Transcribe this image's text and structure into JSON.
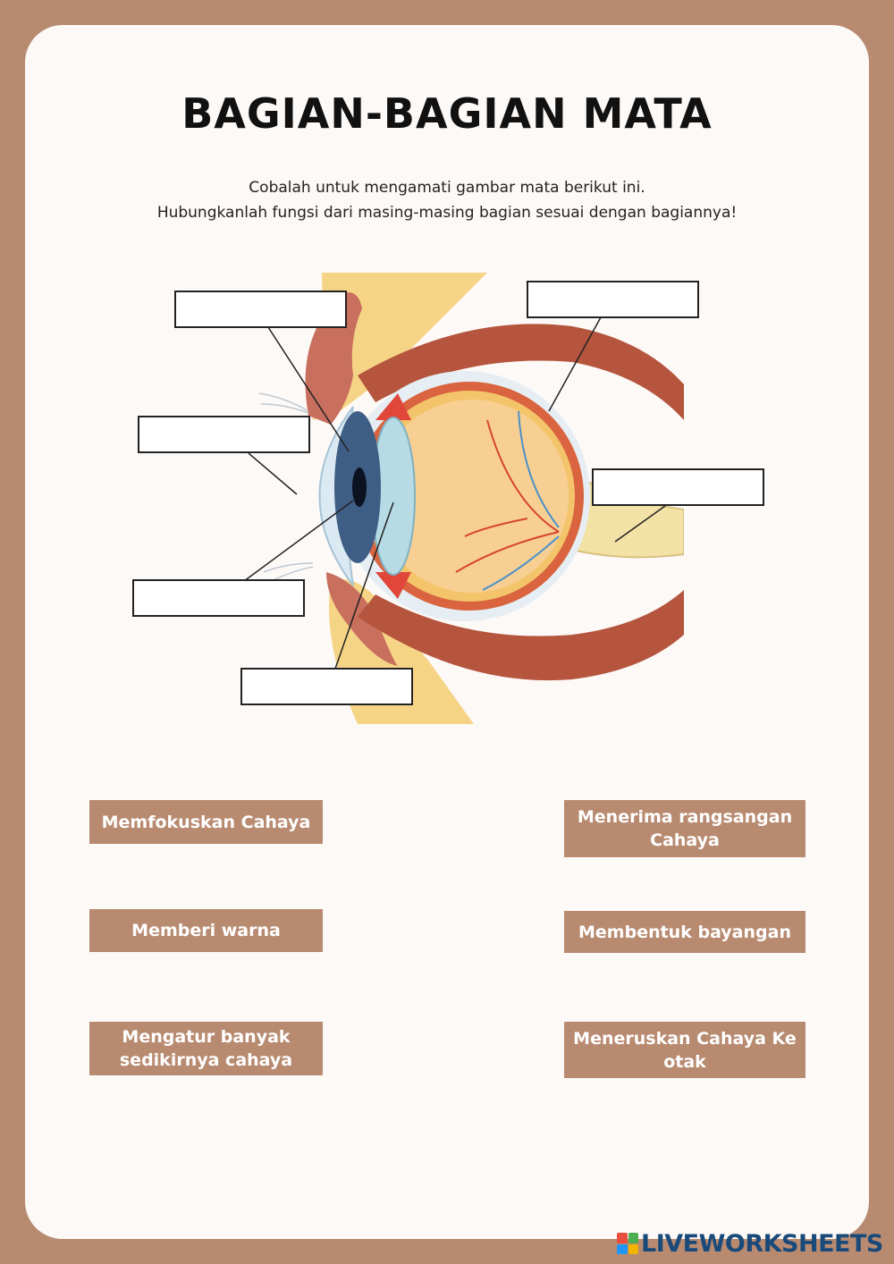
{
  "worksheet": {
    "title": "BAGIAN-BAGIAN MATA",
    "instruction_line1": "Cobalah untuk mengamati gambar mata berikut ini.",
    "instruction_line2": "Hubungkanlah fungsi dari masing-masing bagian sesuai dengan bagiannya!"
  },
  "functions": {
    "left": [
      "Memfokuskan Cahaya",
      "Memberi warna",
      "Mengatur banyak sedikirnya cahaya"
    ],
    "right": [
      "Menerima rangsangan Cahaya",
      "Membentuk bayangan",
      "Meneruskan Cahaya Ke otak"
    ]
  },
  "brand": {
    "name": "LIVEWORKSHEETS",
    "colors": [
      "#e94e3c",
      "#4caf50",
      "#2196f3",
      "#f5b400"
    ]
  },
  "theme": {
    "accent": "#b88b71",
    "sheet": "#fdf9f7"
  }
}
